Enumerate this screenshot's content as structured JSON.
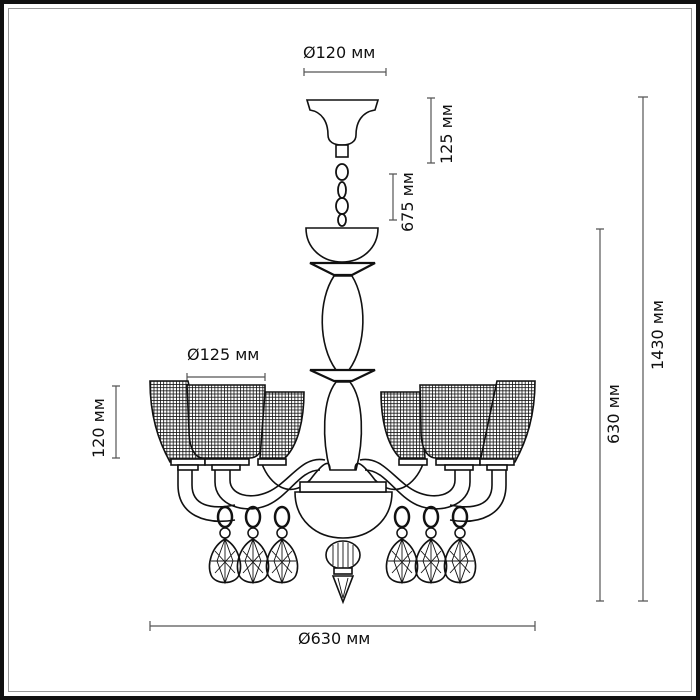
{
  "diagram": {
    "subject": "chandelier-dimension-drawing",
    "arms_count": 6,
    "colors": {
      "border": "#111111",
      "inner_border": "#9a9a9a",
      "line": "#111111",
      "dim_line": "#555555"
    }
  },
  "dimensions": {
    "canopy_diameter": "Ø120 мм",
    "canopy_height": "125 мм",
    "chain_length": "675 мм",
    "shade_diameter": "Ø125 мм",
    "shade_height": "120 мм",
    "body_height": "630 мм",
    "total_height": "1430 мм",
    "total_diameter": "Ø630 мм"
  }
}
